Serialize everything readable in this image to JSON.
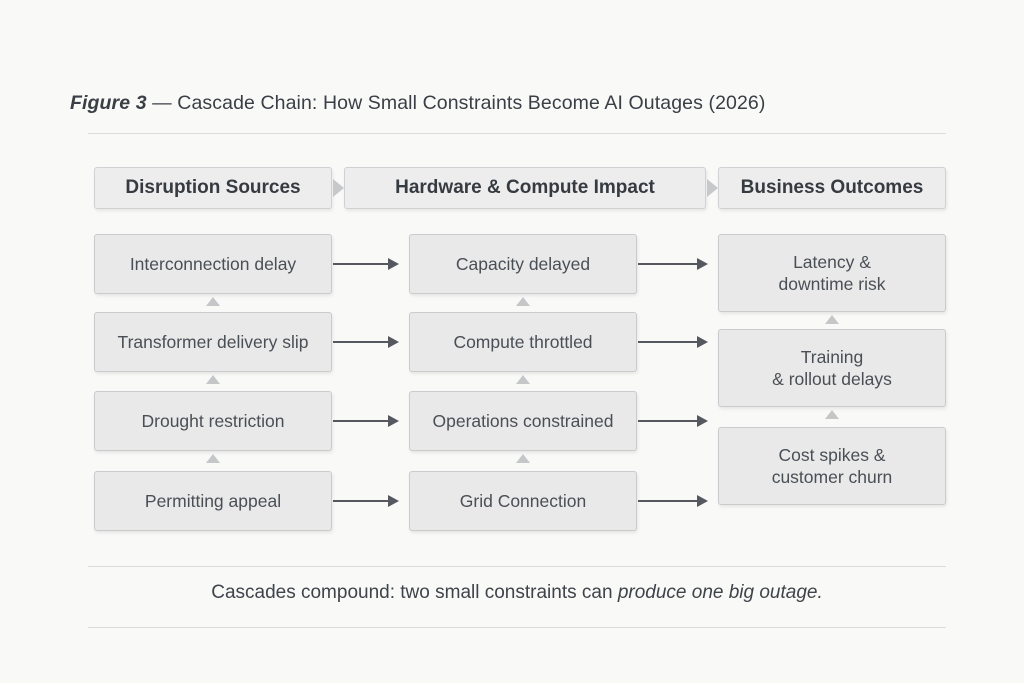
{
  "figure": {
    "number_label": "Figure 3",
    "dash": " — ",
    "title": "Cascade Chain: How Small Constraints Become AI Outages",
    "year": " (2026)"
  },
  "columns": {
    "headers": [
      {
        "label": "Disruption Sources"
      },
      {
        "label": "Hardware & Compute Impact"
      },
      {
        "label": "Business Outcomes"
      }
    ],
    "disruption_sources": [
      {
        "label": "Interconnection delay"
      },
      {
        "label": "Transformer delivery slip"
      },
      {
        "label": "Drought restriction"
      },
      {
        "label": "Permitting appeal"
      }
    ],
    "hardware_compute_impact": [
      {
        "label": "Capacity delayed"
      },
      {
        "label": "Compute throttled"
      },
      {
        "label": "Operations constrained"
      },
      {
        "label": "Grid Connection"
      }
    ],
    "business_outcomes": [
      {
        "line1": "Latency &",
        "line2": "downtime risk"
      },
      {
        "line1": "Training",
        "line2": "& rollout delays"
      },
      {
        "line1": "Cost spikes &",
        "line2": "customer churn"
      }
    ]
  },
  "caption": {
    "lead": "Cascades compound: two small constraints can ",
    "emphasis": "produce one big outage."
  },
  "colors": {
    "background": "#f9f9f8",
    "node_fill": "#e9e9e9",
    "node_border": "#c9cbcd",
    "header_fill": "#ededed",
    "text": "#3f444a",
    "heading_text": "#363b41",
    "arrow": "#55595f",
    "tick": "#c4c6c8",
    "divider": "#dcdcdc"
  }
}
